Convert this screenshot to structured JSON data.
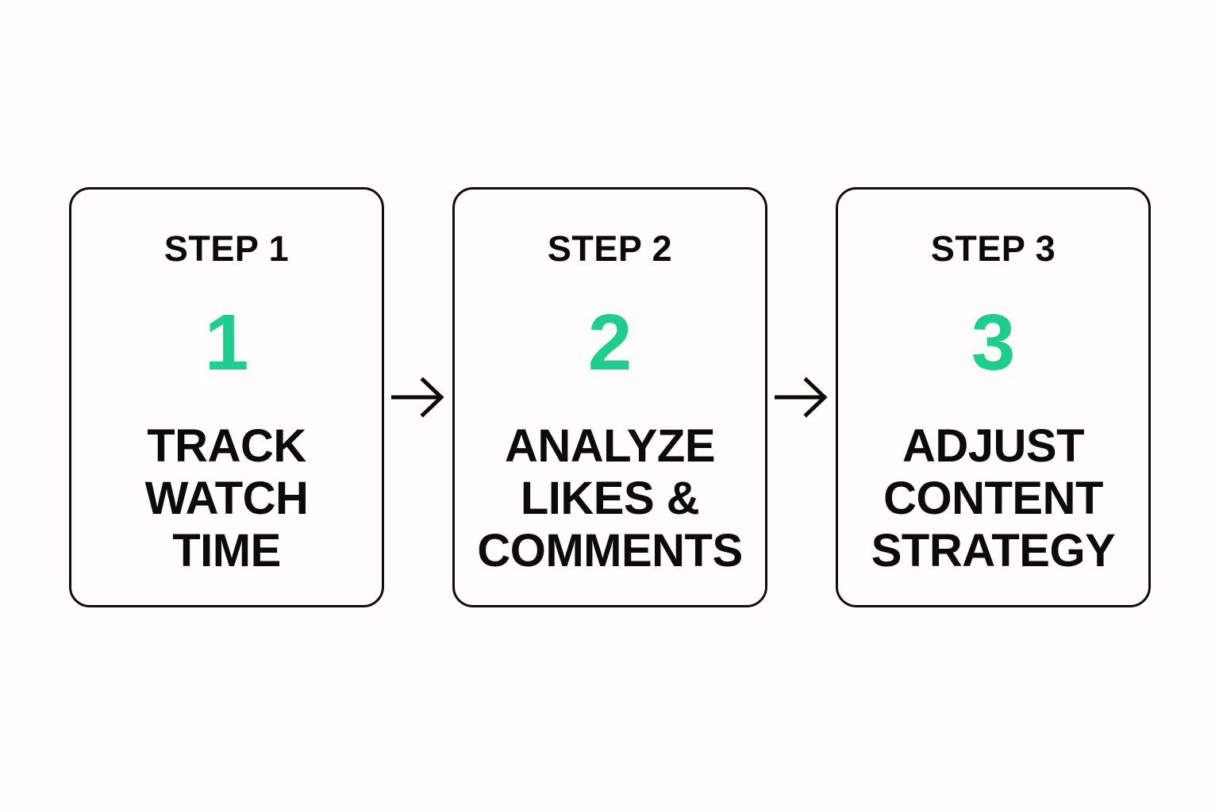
{
  "diagram": {
    "type": "three-step-horizontal-flow",
    "background_color": "#fffefb",
    "accent_color": "#1ece8c",
    "text_color": "#0b0b0b",
    "border_color": "#0e0e0e",
    "steps": [
      {
        "label": "STEP 1",
        "number": "1",
        "title": "TRACK\nWATCH\nTIME"
      },
      {
        "label": "STEP 2",
        "number": "2",
        "title": "ANALYZE\nLIKES &\nCOMMENTS"
      },
      {
        "label": "STEP 3",
        "number": "3",
        "title": "ADJUST\nCONTENT\nSTRATEGY"
      }
    ],
    "connectors": [
      {
        "icon": "arrow-right-icon"
      },
      {
        "icon": "arrow-right-icon"
      }
    ]
  }
}
